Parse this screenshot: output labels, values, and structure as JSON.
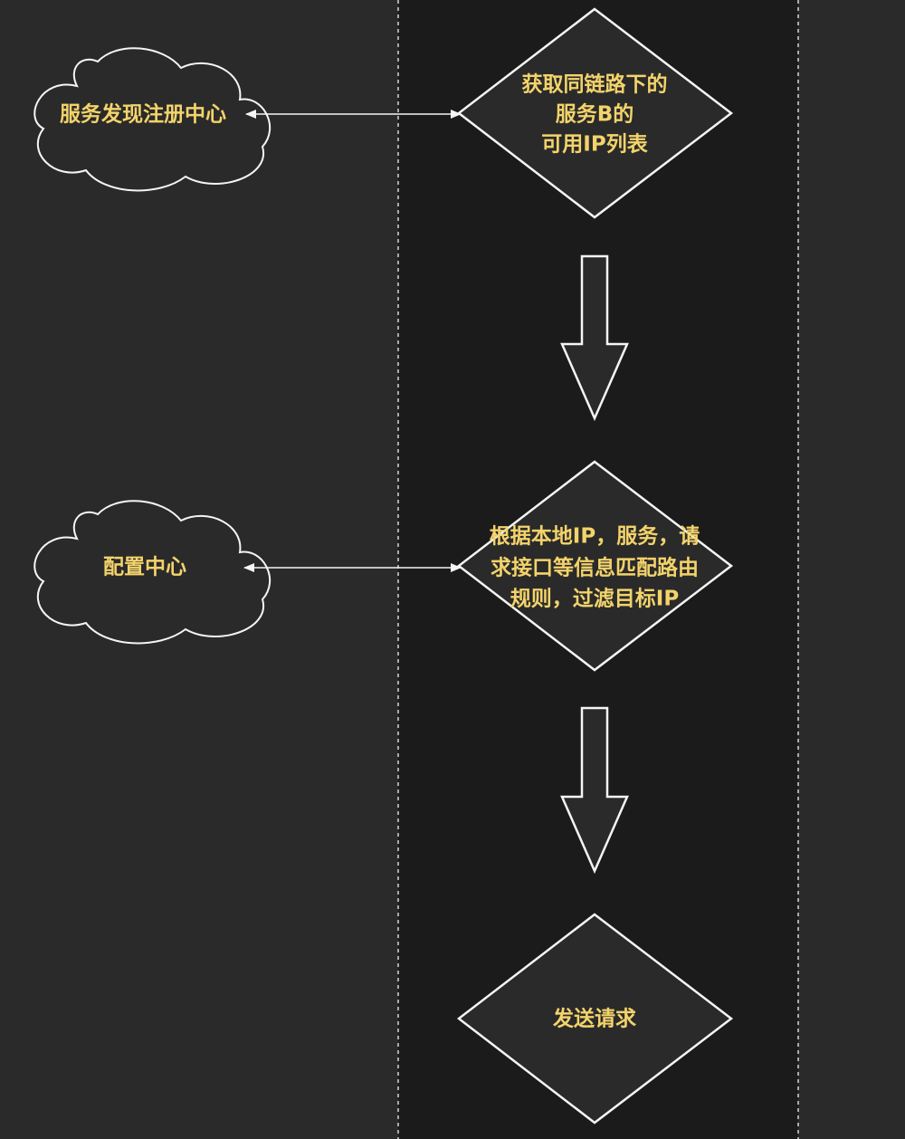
{
  "colors": {
    "background": "#2a2a2a",
    "center_lane": "#1b1b1b",
    "shape_fill": "#2a2a2a",
    "stroke": "#f5f5f5",
    "text": "#f3d36b",
    "lane_divider": "#d8d8d8"
  },
  "clouds": {
    "registry": {
      "label": "服务发现注册中心"
    },
    "config": {
      "label": "配置中心"
    }
  },
  "decisions": {
    "get_ip_list": {
      "lines": [
        "获取同链路下的",
        "服务B的",
        "可用IP列表"
      ]
    },
    "filter_ip": {
      "lines": [
        "根据本地IP，服务，请",
        "求接口等信息匹配路由",
        "规则，过滤目标IP"
      ]
    },
    "send_request": {
      "lines": [
        "发送请求"
      ]
    }
  },
  "flow_arrows": [
    {
      "from": "get_ip_list",
      "to": "filter_ip"
    },
    {
      "from": "filter_ip",
      "to": "send_request"
    }
  ],
  "connectors": [
    {
      "from": "registry",
      "to": "get_ip_list",
      "bidirectional": true
    },
    {
      "from": "config",
      "to": "filter_ip",
      "bidirectional": true
    }
  ]
}
